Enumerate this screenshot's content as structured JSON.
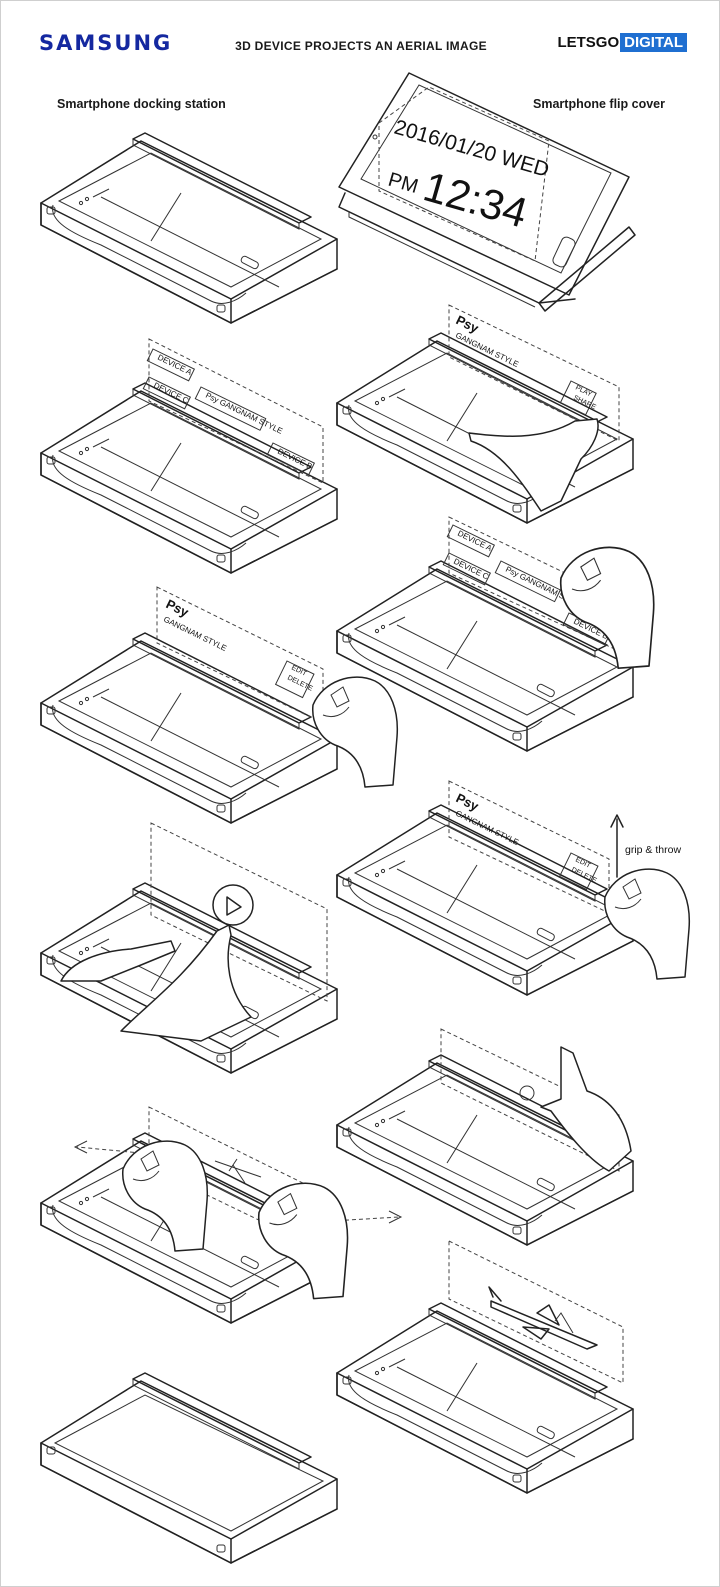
{
  "header": {
    "brand_left": "SAMSUNG",
    "title": "3D DEVICE PROJECTS AN AERIAL IMAGE",
    "brand_right_a": "LETSGO",
    "brand_right_b": "DIGITAL"
  },
  "captions": {
    "left": "Smartphone docking station",
    "right": "Smartphone flip cover"
  },
  "flip_cover": {
    "date": "2016/01/20 WED",
    "ampm": "PM",
    "time": "12:34"
  },
  "labels": {
    "device_a": "DEVICE A",
    "device_b": "DEVICE B",
    "device_c": "DEVICE C",
    "psy": "Psy",
    "gangnam": "GANGNAM STYLE",
    "psy_gangnam": "Psy GANGNAM STYLE",
    "play": "PLAY",
    "share": "SHARE",
    "edit": "EDIT",
    "delete": "DELETE",
    "grip": "grip & throw"
  }
}
